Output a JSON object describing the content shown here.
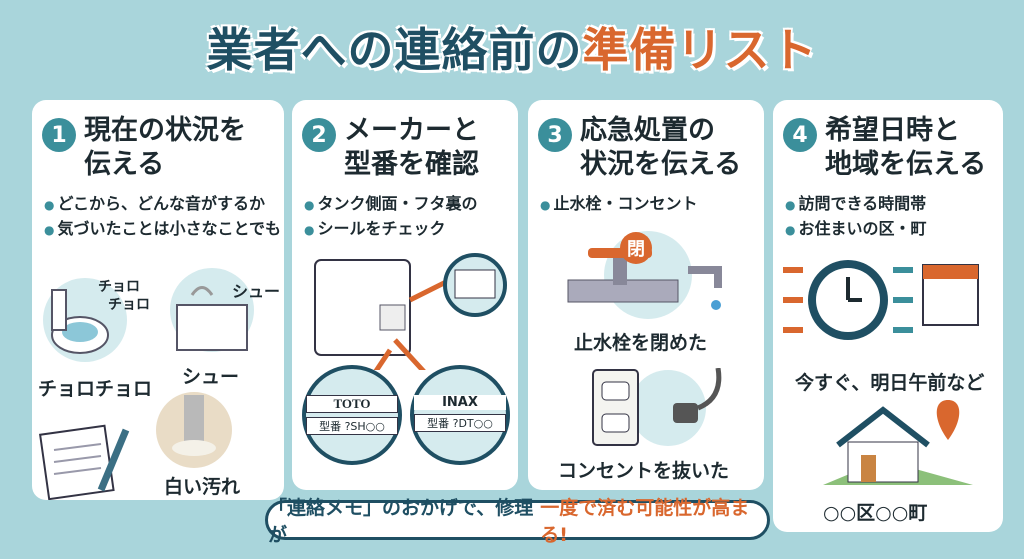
{
  "title": {
    "main": "業者への連絡前の",
    "highlight": "準備リスト"
  },
  "panels": [
    {
      "num": "1",
      "line1": "現在の状況を",
      "line2": "伝える",
      "bullets": [
        "どこから、どんな音がするか",
        "気づいたことは小さなことでも"
      ],
      "captions": [
        "チョロ",
        "チョロ",
        "チョロチョロ",
        "シュー",
        "シュー",
        "白い汚れ"
      ]
    },
    {
      "num": "2",
      "line1": "メーカーと",
      "line2": "型番を確認",
      "bullets": [
        "タンク側面・フタ裏の",
        "シールをチェック"
      ],
      "labels": {
        "toto": "TOTO",
        "inax": "INAX",
        "model_toto": "型番 ?SH○○",
        "model_inax": "型番 ?DT○○"
      }
    },
    {
      "num": "3",
      "line1": "応急処置の",
      "line2": "状況を伝える",
      "bullets": [
        "止水栓・コンセント"
      ],
      "close_badge": "閉",
      "captions": [
        "止水栓を閉めた",
        "コンセントを抜いた"
      ]
    },
    {
      "num": "4",
      "line1": "希望日時と",
      "line2": "地域を伝える",
      "bullets": [
        "訪問できる時間帯",
        "お住まいの区・町"
      ],
      "captions": [
        "今すぐ、明日午前など",
        "○○区○○町"
      ]
    }
  ],
  "banner": {
    "part1": "「連絡メモ」のおかげで、修理が",
    "highlight": "一度で済む可能性が高まる!"
  },
  "colors": {
    "accent": "#d9672e",
    "teal": "#3b8f9b",
    "navy": "#1f4f63",
    "bg": "#a9d5db"
  }
}
